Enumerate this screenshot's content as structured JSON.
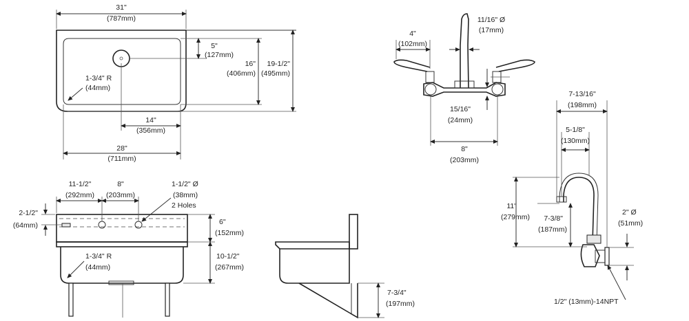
{
  "top_view": {
    "overall_width": "31\"",
    "overall_width_mm": "(787mm)",
    "drain_offset": "5\"",
    "drain_offset_mm": "(127mm)",
    "bowl_depth": "16\"",
    "bowl_depth_mm": "(406mm)",
    "overall_depth": "19-1/2\"",
    "overall_depth_mm": "(495mm)",
    "corner_radius": "1-3/4\" R",
    "corner_radius_mm": "(44mm)",
    "drain_center": "14\"",
    "drain_center_mm": "(356mm)",
    "bowl_width": "28\"",
    "bowl_width_mm": "(711mm)"
  },
  "faucet_view": {
    "spout_offset": "4\"",
    "spout_offset_mm": "(102mm)",
    "spout_dia": "11/16\" Ø",
    "spout_dia_mm": "(17mm)",
    "inlet_offset": "15/16\"",
    "inlet_offset_mm": "(24mm)",
    "centers": "8\"",
    "centers_mm": "(203mm)"
  },
  "front_view": {
    "hole_offset": "11-1/2\"",
    "hole_offset_mm": "(292mm)",
    "hole_spacing": "8\"",
    "hole_spacing_mm": "(203mm)",
    "hole_dia": "1-1/2\" Ø",
    "hole_dia_mm": "(38mm)",
    "holes": "2 Holes",
    "hole_height": "2-1/2\"",
    "hole_height_mm": "(64mm)",
    "backsplash": "6\"",
    "backsplash_mm": "(152mm)",
    "corner_radius": "1-3/4\" R",
    "corner_radius_mm": "(44mm)",
    "bowl_height": "10-1/2\"",
    "bowl_height_mm": "(267mm)"
  },
  "side_view": {
    "bracket_height": "7-3/4\"",
    "bracket_height_mm": "(197mm)"
  },
  "faucet_side_view": {
    "reach": "7-13/16\"",
    "reach_mm": "(198mm)",
    "spout_reach": "5-1/8\"",
    "spout_reach_mm": "(130mm)",
    "spout_height": "11\"",
    "spout_height_mm": "(279mm)",
    "outlet_height": "7-3/8\"",
    "outlet_height_mm": "(187mm)",
    "flange_dia": "2\" Ø",
    "flange_dia_mm": "(51mm)",
    "inlet": "1/2\" (13mm)-14NPT"
  }
}
